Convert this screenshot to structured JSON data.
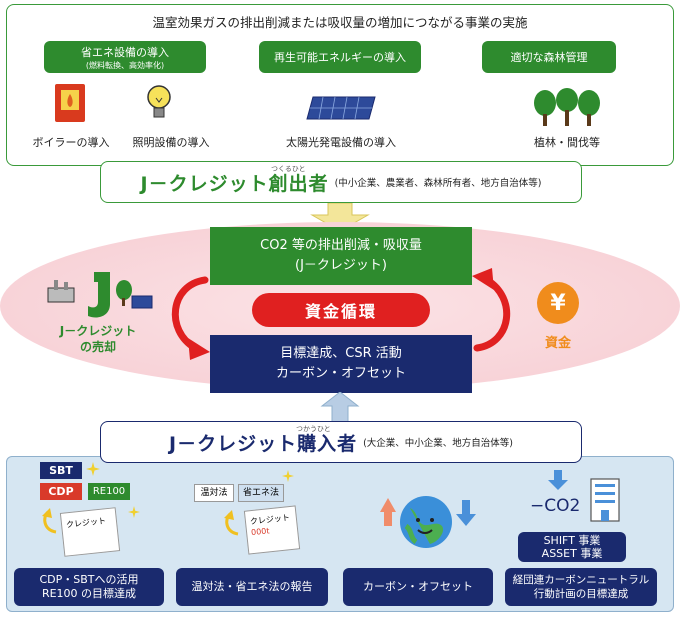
{
  "top": {
    "title": "温室効果ガスの排出削減または吸収量の増加につながる事業の実施",
    "categories": [
      {
        "label": "省エネ設備の導入",
        "sublabel": "(燃料転換、高効率化)"
      },
      {
        "label": "再生可能エネルギーの導入",
        "sublabel": ""
      },
      {
        "label": "適切な森林管理",
        "sublabel": ""
      }
    ],
    "items": [
      "ボイラーの導入",
      "照明設備の導入",
      "太陽光発電設備の導入",
      "植林・間伐等"
    ]
  },
  "creator": {
    "title": "J－クレジット創出者",
    "ruby": "つくるひと",
    "sub": "(中小企業、農業者、森林所有者、地方自治体等)"
  },
  "center": {
    "co2_line1": "CO2 等の排出削減・吸収量",
    "co2_line2": "(J－クレジット)",
    "cycle": "資金循環",
    "target_line1": "目標達成、CSR 活動",
    "target_line2": "カーボン・オフセット",
    "left_label_1": "J－クレジット",
    "left_label_2": "の売却",
    "right_label": "資金",
    "yen": "¥"
  },
  "buyer": {
    "title": "J－クレジット購入者",
    "ruby": "つかうひと",
    "sub": "(大企業、中小企業、地方自治体等)"
  },
  "bottom": {
    "sbt": "SBT",
    "cdp": "CDP",
    "re100": "RE100",
    "credit": "クレジット",
    "onta": "温対法",
    "shoene": "省エネ法",
    "credit_amount": "000t",
    "co2": "CO2",
    "co2_prefix": "−",
    "shift_asset": "SHIFT 事業\nASSET 事業",
    "buttons": [
      {
        "line1": "CDP・SBTへの活用",
        "line2": "RE100 の目標達成"
      },
      {
        "line1": "温対法・省エネ法の報告",
        "line2": ""
      },
      {
        "line1": "カーボン・オフセット",
        "line2": ""
      },
      {
        "line1": "経団連カーボンニュートラル",
        "line2": "行動計画の目標達成"
      }
    ]
  },
  "colors": {
    "green": "#2e8b2e",
    "navy": "#1a2a6e",
    "red": "#e02020",
    "orange": "#f08c1c",
    "pink": "#f8d3d8",
    "light_blue": "#d6e6f2"
  }
}
